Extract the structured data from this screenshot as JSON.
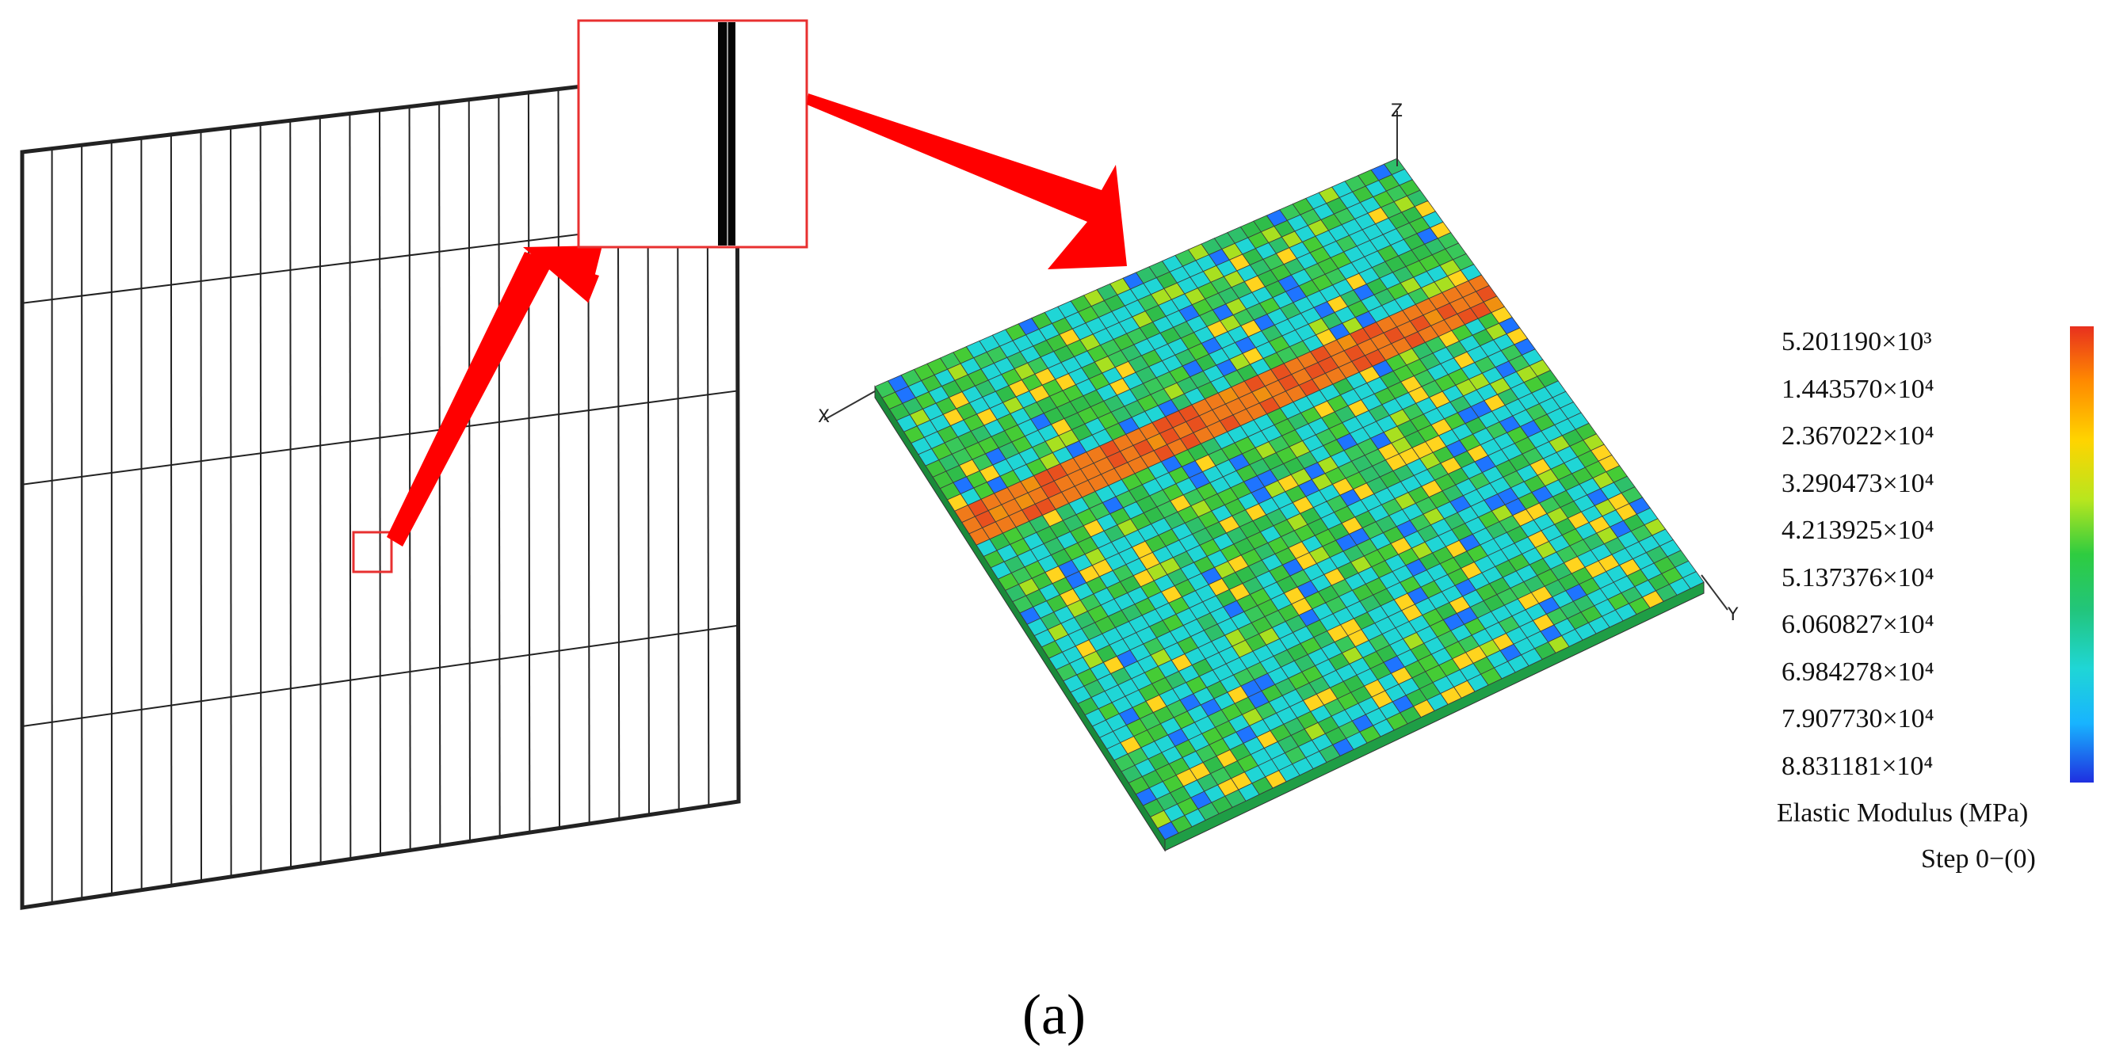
{
  "legend": {
    "ticks": [
      "5.201190×10³",
      "1.443570×10⁴",
      "2.367022×10⁴",
      "3.290473×10⁴",
      "4.213925×10⁴",
      "5.137376×10⁴",
      "6.060827×10⁴",
      "6.984278×10⁴",
      "7.907730×10⁴",
      "8.831181×10⁴"
    ],
    "title": "Elastic Modulus (MPa)",
    "step": "Step 0−(0)",
    "colors": [
      "#e8301e",
      "#ff8a00",
      "#ffd400",
      "#b8e61e",
      "#2ecc40",
      "#22c57a",
      "#1fd6d6",
      "#18b4ff",
      "#1e74ff",
      "#1f2fe0"
    ]
  },
  "axes": {
    "x": "X",
    "y": "Y",
    "z": "Z"
  },
  "caption": "(a)",
  "colors": {
    "arrow": "#ff0000",
    "highlight_box": "#e83030",
    "wire": "#222222",
    "grid_line": "#3a3a3a",
    "band": "#f07a1a"
  }
}
